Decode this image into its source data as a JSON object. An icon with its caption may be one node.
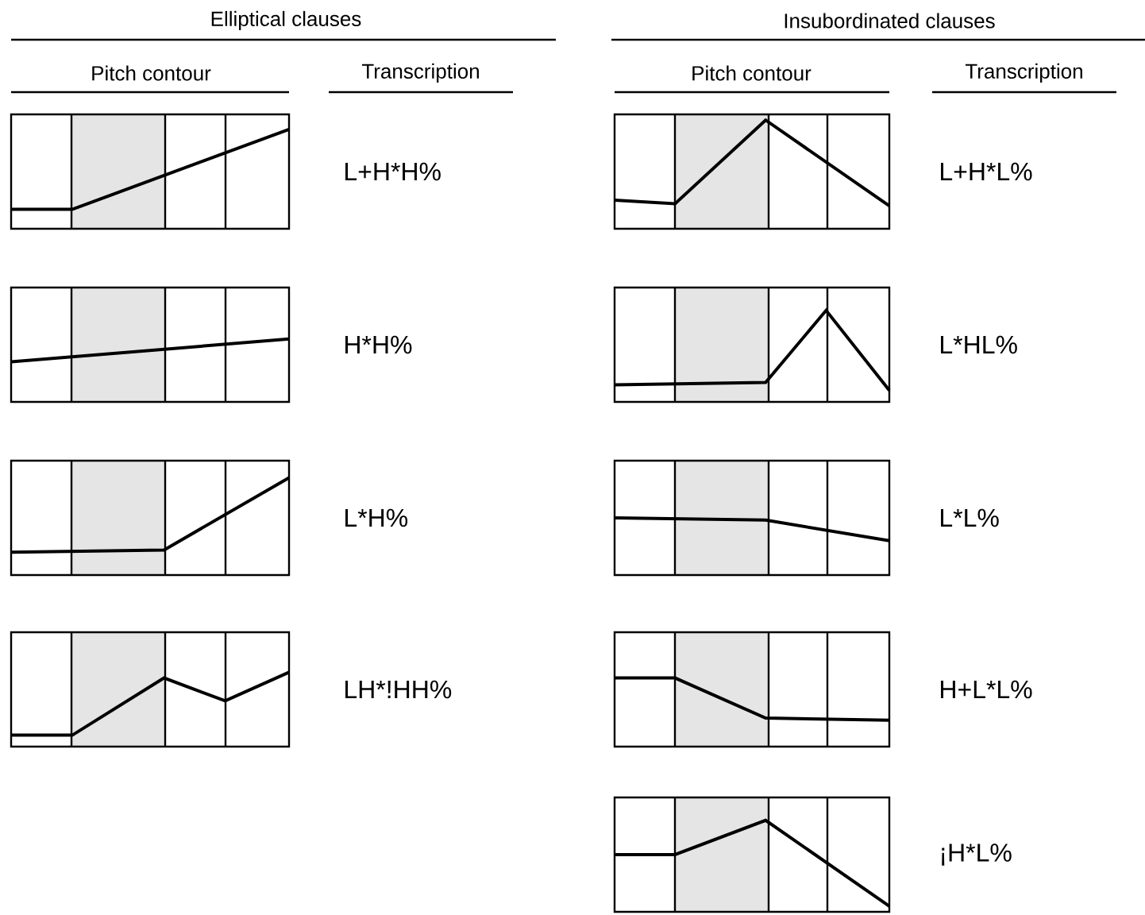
{
  "diagram": {
    "labels": [
      "Elliptical clauses",
      "Insubordinated clauses",
      "Pitch contour",
      "Transcription",
      "Pitch contour",
      "Transcription",
      "L+H*H%",
      "L+H*L%",
      "H*H%",
      "L*HL%",
      "L*H%",
      "L*L%",
      "LH*!HH%",
      "H+L*L%",
      "¡H*L%"
    ]
  }
}
